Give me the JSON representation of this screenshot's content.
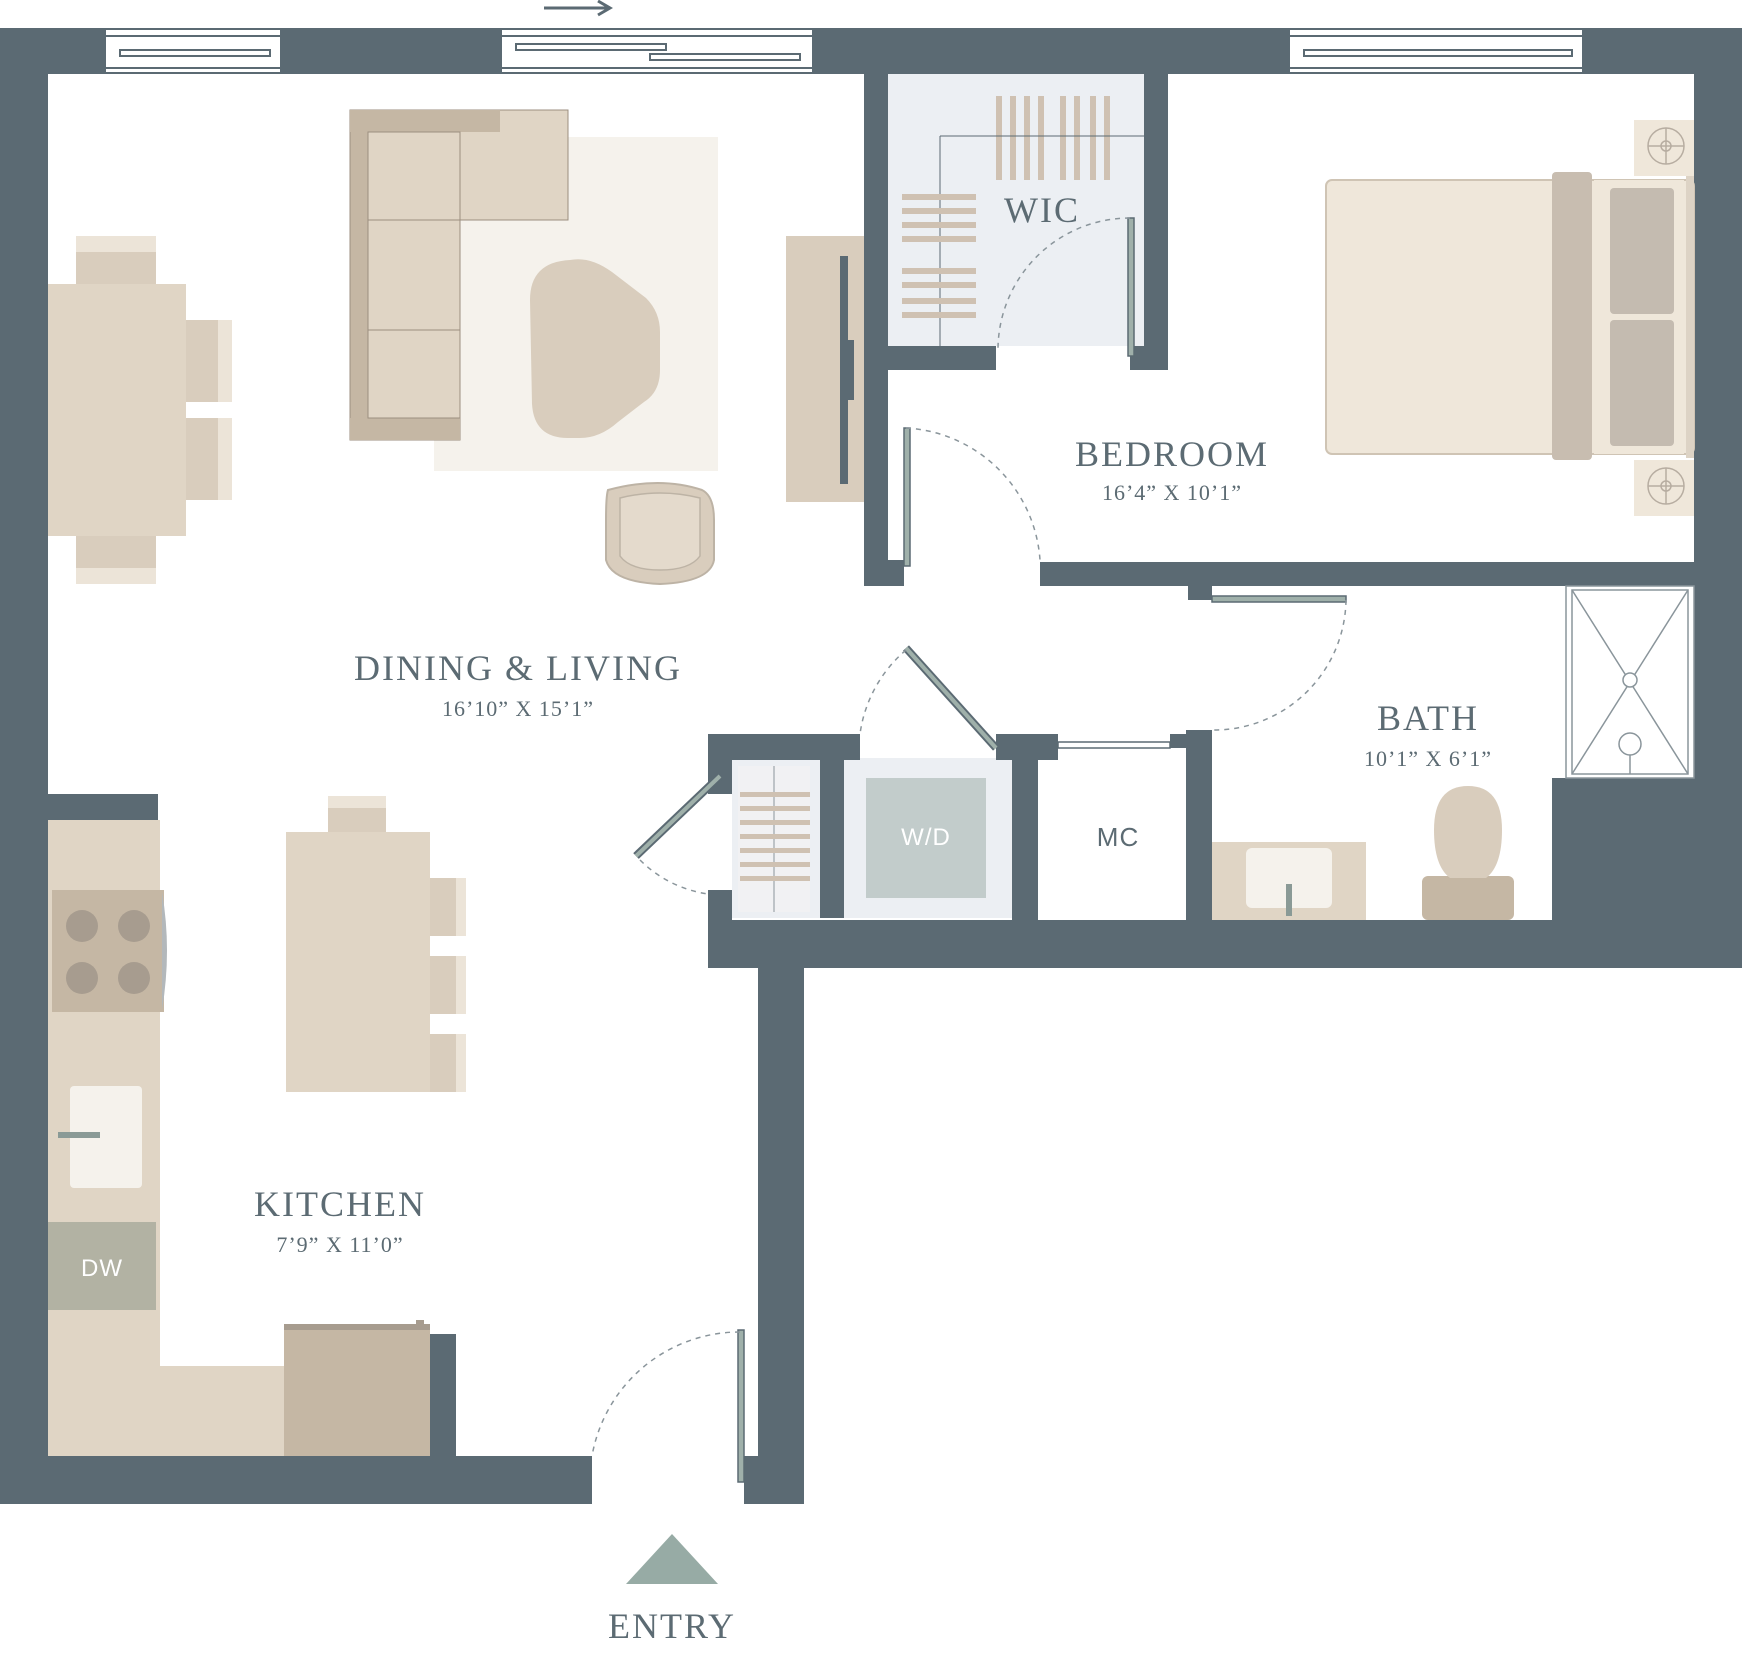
{
  "rooms": {
    "wic": {
      "title": "WIC"
    },
    "bedroom": {
      "title": "BEDROOM",
      "dims": "16’4” X 10’1”"
    },
    "dining_living": {
      "title": "DINING & LIVING",
      "dims": "16’10” X 15’1”"
    },
    "bath": {
      "title": "BATH",
      "dims": "10’1” X 6’1”"
    },
    "kitchen": {
      "title": "KITCHEN",
      "dims": "7’9” X 11’0”"
    }
  },
  "fixtures": {
    "washer_dryer": "W/D",
    "mechanical_closet": "MC",
    "dishwasher": "DW"
  },
  "entry": {
    "label": "ENTRY"
  },
  "colors": {
    "wall": "#5b6a73",
    "window": "#e9eef1",
    "furniture_light": "#e0d5c5",
    "furniture_mid": "#cfc4b4",
    "furniture_dark": "#bdb3a5",
    "bed": "#efe7da",
    "rug": "#f5f2ec",
    "closet_floor": "#eceff3",
    "entry_marker": "#97aba5"
  }
}
